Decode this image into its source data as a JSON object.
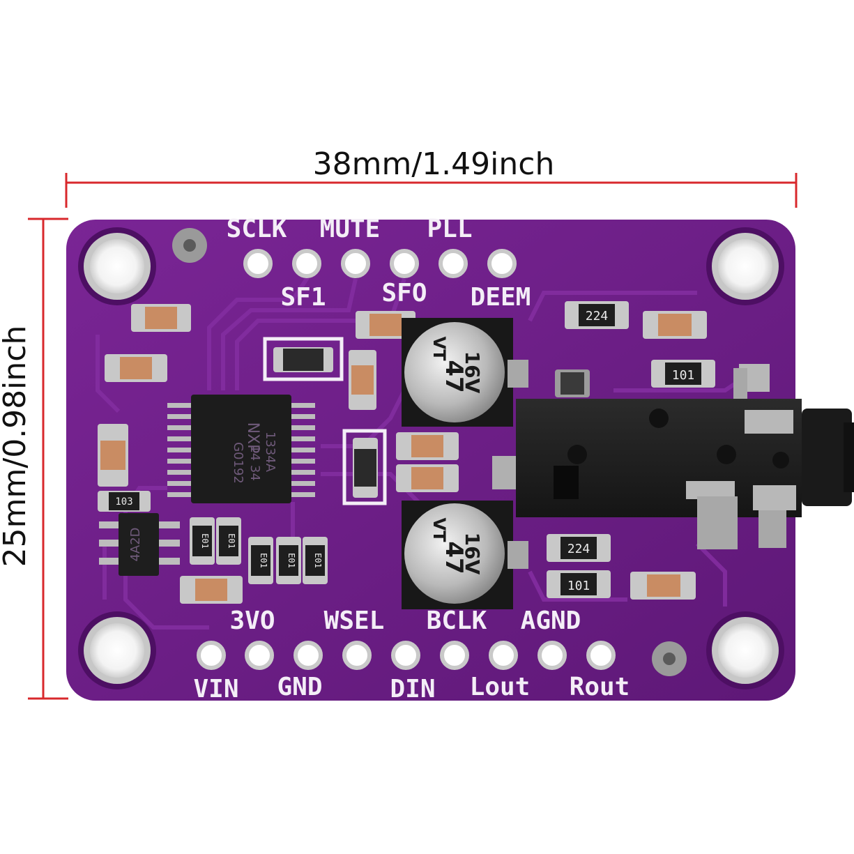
{
  "dimensions": {
    "width_label": "38mm/1.49inch",
    "height_label": "25mm/0.98inch",
    "line_color": "#d8282c"
  },
  "board": {
    "pcb_color": "#6d1f86",
    "silkscreen_color": "#f4eef7",
    "top_labels": [
      "SCLK",
      "MUTE",
      "PLL"
    ],
    "top_sub_labels": [
      "SF1",
      "SFO",
      "DEEM"
    ],
    "bottom_upper_labels": [
      "3VO",
      "WSEL",
      "BCLK",
      "AGND"
    ],
    "bottom_lower_labels": [
      "VIN",
      "GND",
      "DIN",
      "Lout",
      "Rout"
    ],
    "chip": {
      "line1": "NXP",
      "line2": "1334A",
      "line3": "14 34",
      "line4": "G0192"
    },
    "regulator_marking": "4A2D",
    "capacitor_top": {
      "value": "47",
      "voltage": "16V",
      "series": "VT"
    },
    "capacitor_bottom": {
      "value": "47",
      "voltage": "16V",
      "series": "VT"
    },
    "resistor_markings": [
      "224",
      "101",
      "224",
      "101",
      "103"
    ],
    "small_part_markings": [
      "E01",
      "E01",
      "E01",
      "E01",
      "E01"
    ],
    "audio_jack": "3.5mm-audio-jack"
  }
}
